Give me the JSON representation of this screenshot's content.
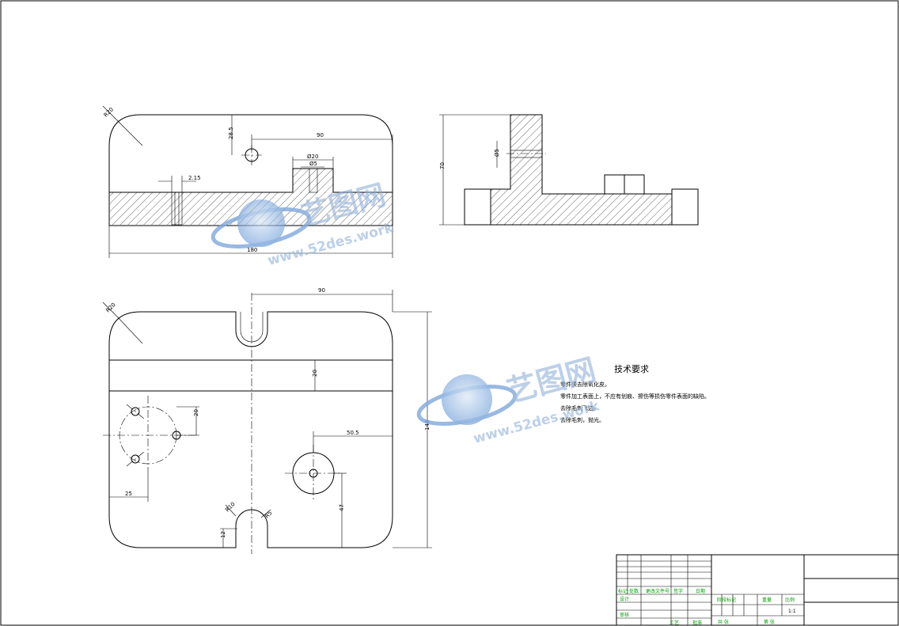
{
  "dimensions": {
    "top_radius": "R20",
    "top_height": "28.5",
    "top_width": "90",
    "top_bore": "Ø20",
    "top_small_hole": "Ø5",
    "top_slit": "2.15",
    "top_overall": "180",
    "side_height": "70",
    "side_hole": "Ø5",
    "plan_radius": "R20",
    "plan_width": "90",
    "plan_band": "20",
    "plan_overall": "140",
    "plan_circle_offset": "20",
    "plan_hole_offset_x": "50.5",
    "plan_left_x": "25",
    "plan_hole_offset_y": "47",
    "slot_r1": "R10",
    "slot_r2": "R5",
    "slot_depth": "12"
  },
  "tech_notes": {
    "title": "技术要求",
    "lines": [
      "零件须去除氧化皮。",
      "零件加工表面上，不应有划痕、擦伤等损伤零件表面的缺陷。",
      "去除毛刺飞边。",
      "去除毛刺，抛光。"
    ]
  },
  "title_block": {
    "row_labels": [
      "标记",
      "处数",
      "更改文件号",
      "签字",
      "日期"
    ],
    "design_label": "设计",
    "review_label": "审核",
    "process_label": "工艺",
    "approve_label": "批准",
    "stage_label": "阶段标记",
    "weight_label": "重量",
    "scale_label": "比例",
    "scale_value": "1:1",
    "sheets_label": "共 张",
    "sheet_label": "第 张"
  },
  "watermark": {
    "brand": "艺图网",
    "url": "www.52des.work"
  },
  "colors": {
    "line": "#000000",
    "titleblock_text": "#00a000",
    "watermark": "#8fb0d8"
  }
}
